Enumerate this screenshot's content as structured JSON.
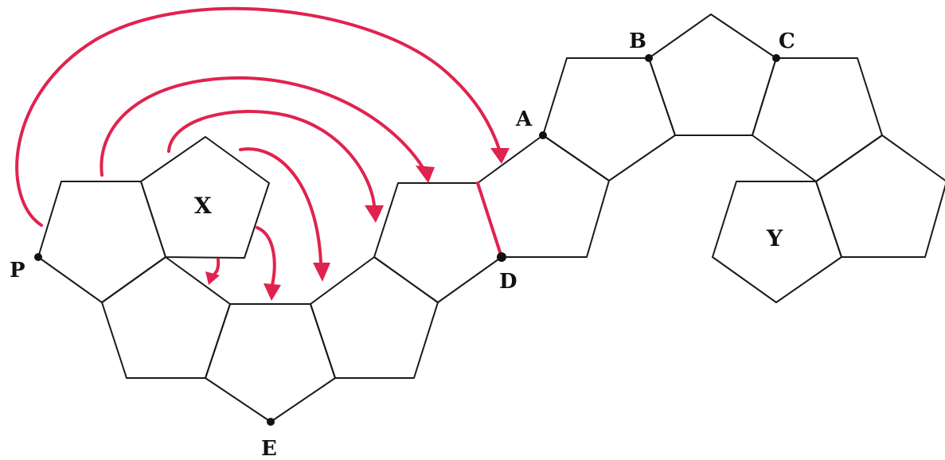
{
  "labels": {
    "A": "A",
    "B": "B",
    "C": "C",
    "D": "D",
    "E": "E",
    "P": "P",
    "X": "X",
    "Y": "Y"
  },
  "colors": {
    "outline": "#1a1a1a",
    "fold_arrow": "#e0234e",
    "vertex_dot": "#111111",
    "background": "#ffffff"
  }
}
